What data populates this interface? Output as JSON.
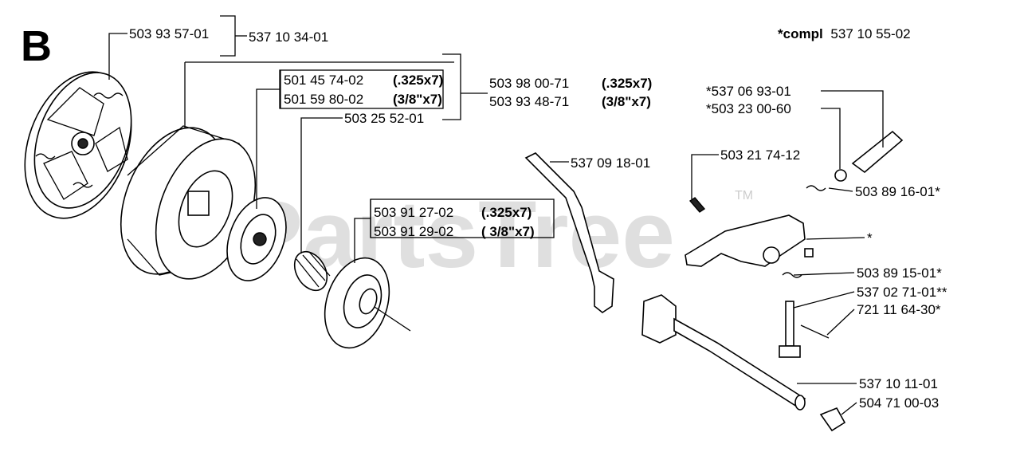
{
  "section_letter": "B",
  "watermark": {
    "text": "PartsTree",
    "tm": "TM"
  },
  "header_note": {
    "prefix": "*compl",
    "number": "537 10 55-02"
  },
  "labels": {
    "p_503_93_57_01": "503 93 57-01",
    "p_537_10_34_01": "537 10 34-01",
    "p_501_45_74_02": "501 45 74-02",
    "p_501_45_74_02_size": "(.325x7)",
    "p_501_59_80_02": "501 59 80-02",
    "p_501_59_80_02_size": "(3/8\"x7)",
    "p_503_98_00_71": "503 98 00-71",
    "p_503_98_00_71_size": "(.325x7)",
    "p_503_93_48_71": "503 93 48-71",
    "p_503_93_48_71_size": "(3/8\"x7)",
    "p_503_25_52_01": "503 25 52-01",
    "p_503_91_27_02": "503 91 27-02",
    "p_503_91_27_02_size": "(.325x7)",
    "p_503_91_29_02": "503 91 29-02",
    "p_503_91_29_02_size": "( 3/8\"x7)",
    "p_537_09_18_01": "537 09 18-01",
    "p_537_06_93_01": "*537 06 93-01",
    "p_503_23_00_60": "*503 23 00-60",
    "p_503_21_74_12": "503 21 74-12",
    "p_503_89_16_01": "503 89 16-01*",
    "p_asterisk": "*",
    "p_503_89_15_01": "503 89 15-01*",
    "p_537_02_71_01": "537 02 71-01**",
    "p_721_11_64_30": "721 11 64-30*",
    "p_537_10_11_01": "537 10 11-01",
    "p_504_71_00_03": "504 71 00-03"
  }
}
